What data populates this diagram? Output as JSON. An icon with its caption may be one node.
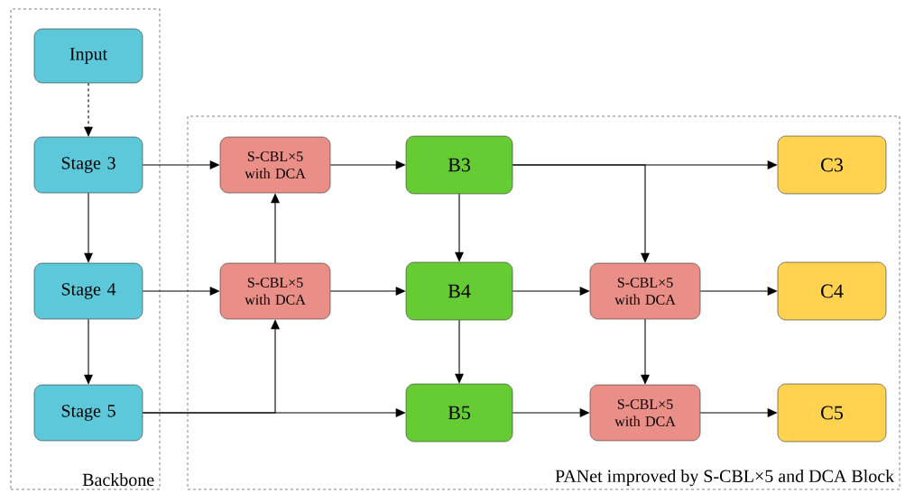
{
  "diagram": {
    "nodes": [
      {
        "text": [
          "Backbone"
        ]
      },
      {
        "text": [
          "PANet improved by S-CBL×5 and DCA Block"
        ]
      },
      {
        "text": [
          "Input"
        ],
        "in": 0
      },
      {
        "text": [
          "Stage 3"
        ],
        "in": 0
      },
      {
        "text": [
          "Stage 4"
        ],
        "in": 0
      },
      {
        "text": [
          "Stage 5"
        ],
        "in": 0
      },
      {
        "text": [
          "S-CBL×5 with DCA"
        ],
        "in": 1
      },
      {
        "text": [
          "S-CBL×5 with DCA"
        ],
        "in": 1
      },
      {
        "text": [
          "B3"
        ],
        "in": 1
      },
      {
        "text": [
          "B4"
        ],
        "in": 1
      },
      {
        "text": [
          "B5"
        ],
        "in": 1
      },
      {
        "text": [
          "S-CBL×5 with DCA"
        ],
        "in": 1
      },
      {
        "text": [
          "S-CBL×5 with DCA"
        ],
        "in": 1
      },
      {
        "text": [
          "C3"
        ],
        "in": 1
      },
      {
        "text": [
          "C4"
        ],
        "in": 1
      },
      {
        "text": [
          "C5"
        ],
        "in": 1
      }
    ],
    "edges": [
      {
        "from": 2,
        "to": 3,
        "arrow": "to",
        "style": "dashed"
      },
      {
        "from": 3,
        "to": 4,
        "arrow": "to"
      },
      {
        "from": 4,
        "to": 5,
        "arrow": "to"
      },
      {
        "from": 3,
        "to": 6,
        "arrow": "to"
      },
      {
        "from": 4,
        "to": 7,
        "arrow": "to"
      },
      {
        "from": 5,
        "to": 7,
        "arrow": "to"
      },
      {
        "from": 5,
        "to": 10,
        "arrow": "to"
      },
      {
        "from": 7,
        "to": 6,
        "arrow": "to"
      },
      {
        "from": 6,
        "to": 8,
        "arrow": "to"
      },
      {
        "from": 7,
        "to": 9,
        "arrow": "to"
      },
      {
        "from": 8,
        "to": 9,
        "arrow": "to"
      },
      {
        "from": 9,
        "to": 10,
        "arrow": "to"
      },
      {
        "from": 8,
        "to": 13,
        "arrow": "to"
      },
      {
        "from": 8,
        "to": 11,
        "arrow": "to"
      },
      {
        "from": 9,
        "to": 11,
        "arrow": "to"
      },
      {
        "from": 11,
        "to": 14,
        "arrow": "to"
      },
      {
        "from": 11,
        "to": 12,
        "arrow": "to"
      },
      {
        "from": 10,
        "to": 12,
        "arrow": "to"
      },
      {
        "from": 12,
        "to": 15,
        "arrow": "to"
      }
    ]
  }
}
